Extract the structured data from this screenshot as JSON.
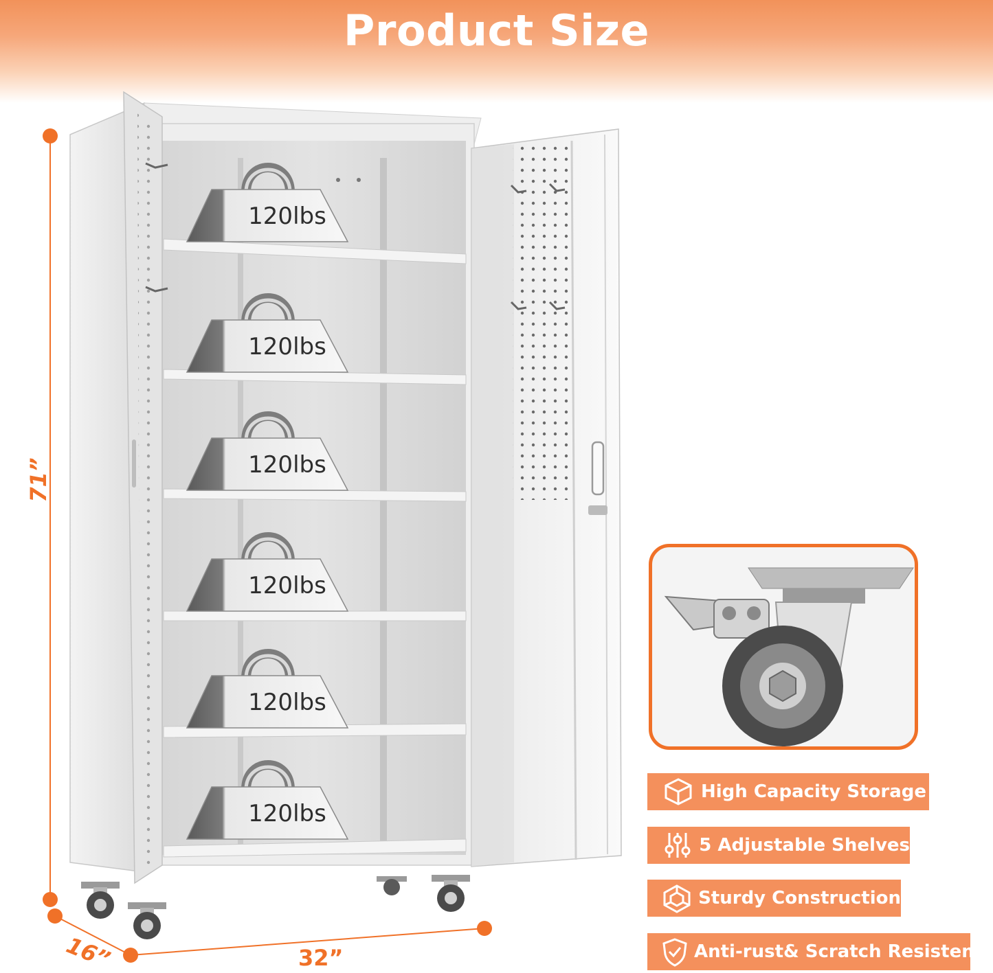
{
  "banner": {
    "title": "Product Size",
    "color": "#f2925a"
  },
  "dimensions": {
    "height": "71”",
    "depth": "16”",
    "width": "32”",
    "accent": "#f07128"
  },
  "shelves": [
    {
      "load": "120lbs"
    },
    {
      "load": "120lbs"
    },
    {
      "load": "120lbs"
    },
    {
      "load": "120lbs"
    },
    {
      "load": "120lbs"
    },
    {
      "load": "120lbs"
    }
  ],
  "features": [
    {
      "icon": "box-icon",
      "label": "High Capacity Storage"
    },
    {
      "icon": "sliders-icon",
      "label": "5 Adjustable Shelves"
    },
    {
      "icon": "structure-icon",
      "label": "Sturdy Construction"
    },
    {
      "icon": "shield-icon",
      "label": "Anti-rust& Scratch Resistent"
    }
  ]
}
